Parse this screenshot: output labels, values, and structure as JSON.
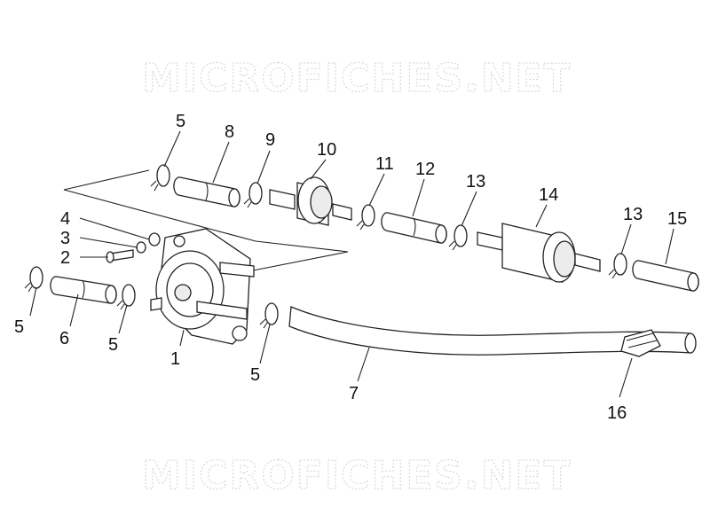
{
  "watermark": {
    "top": "MICROFICHES.NET",
    "bottom": "MICROFICHES.NET"
  },
  "callouts": {
    "c5a": "5",
    "c8": "8",
    "c9": "9",
    "c10": "10",
    "c11": "11",
    "c12": "12",
    "c13a": "13",
    "c14": "14",
    "c13b": "13",
    "c15": "15",
    "c4": "4",
    "c3": "3",
    "c2": "2",
    "c5b": "5",
    "c6": "6",
    "c5c": "5",
    "c1": "1",
    "c5d": "5",
    "c7": "7",
    "c16": "16"
  }
}
